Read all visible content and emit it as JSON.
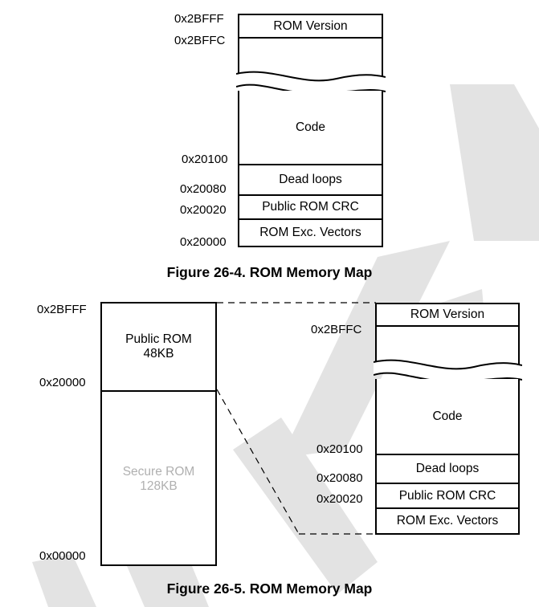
{
  "fig1": {
    "caption": "Figure 26-4. ROM Memory Map",
    "addresses": {
      "a_2bfff": "0x2BFFF",
      "a_2bffc": "0x2BFFC",
      "a_20100": "0x20100",
      "a_20080": "0x20080",
      "a_20020": "0x20020",
      "a_20000": "0x20000"
    },
    "regions": {
      "rom_version": "ROM Version",
      "code": "Code",
      "dead_loops": "Dead loops",
      "public_rom_crc": "Public ROM CRC",
      "rom_exc_vectors": "ROM Exc. Vectors"
    }
  },
  "fig2": {
    "caption": "Figure 26-5. ROM Memory Map",
    "left_addresses": {
      "a_2bfff": "0x2BFFF",
      "a_20000": "0x20000",
      "a_00000": "0x00000"
    },
    "left_regions": {
      "public_rom_name": "Public ROM",
      "public_rom_size": "48KB",
      "secure_rom_name": "Secure ROM",
      "secure_rom_size": "128KB"
    },
    "right_addresses": {
      "a_2bffc": "0x2BFFC",
      "a_20100": "0x20100",
      "a_20080": "0x20080",
      "a_20020": "0x20020"
    },
    "right_regions": {
      "rom_version": "ROM Version",
      "code": "Code",
      "dead_loops": "Dead loops",
      "public_rom_crc": "Public ROM CRC",
      "rom_exc_vectors": "ROM Exc. Vectors"
    }
  },
  "colors": {
    "secure_text": "#b0b0b0",
    "watermark": "#e3e3e3"
  }
}
